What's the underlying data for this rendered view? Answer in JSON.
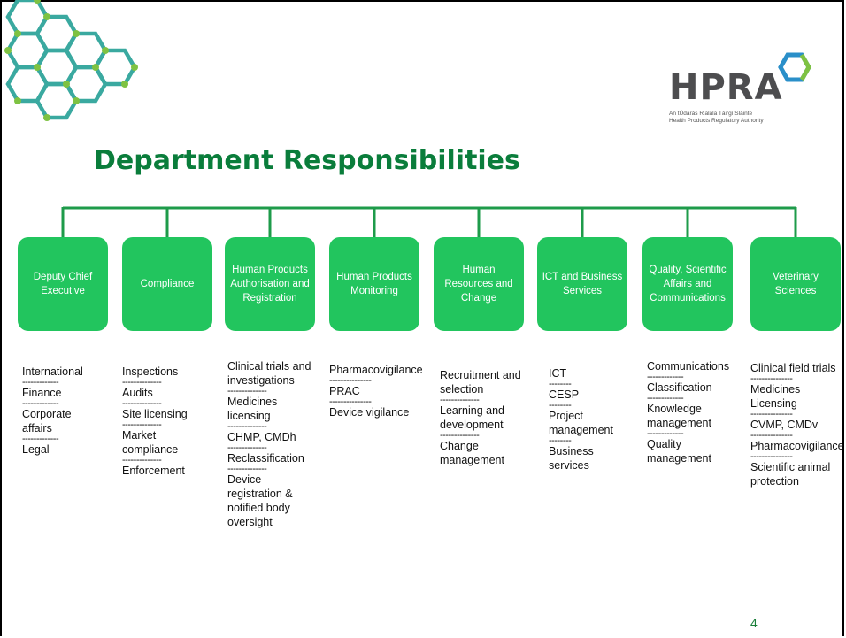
{
  "slide": {
    "title": "Department Responsibilities",
    "page_number": "4"
  },
  "logo": {
    "name": "HPRA",
    "tagline_irish": "An tÚdarás Rialála Táirgí Sláinte",
    "tagline_english": "Health Products Regulatory Authority"
  },
  "colors": {
    "accent_green": "#22c55e",
    "title_green": "#0a7d3b",
    "line_green": "#1e9b4a"
  },
  "departments": [
    {
      "label": "Deputy Chief Executive",
      "separator": "-------------",
      "items": [
        "International",
        "Finance",
        "Corporate affairs",
        "Legal"
      ]
    },
    {
      "label": "Compliance",
      "separator": "--------------",
      "items": [
        "Inspections",
        "Audits",
        "Site licensing",
        "Market compliance",
        "Enforcement"
      ]
    },
    {
      "label": "Human Products Authorisation and Registration",
      "separator": "--------------",
      "items": [
        "Clinical trials and investigations",
        "Medicines licensing",
        "CHMP, CMDh",
        "Reclassification",
        "Device registration & notified body oversight"
      ]
    },
    {
      "label": "Human Products Monitoring",
      "separator": "---------------",
      "items": [
        "Pharmacovigilance",
        "PRAC",
        "Device vigilance"
      ]
    },
    {
      "label": "Human Resources and Change",
      "separator": "--------------",
      "items": [
        "Recruitment and selection",
        "Learning and development",
        "Change management"
      ]
    },
    {
      "label": "ICT and Business Services",
      "separator": "--------",
      "items": [
        "ICT",
        "CESP",
        "Project management",
        "Business services"
      ]
    },
    {
      "label": "Quality, Scientific Affairs and Communications",
      "separator": "-------------",
      "items": [
        "Communications",
        "Classification",
        "Knowledge management",
        "Quality management"
      ]
    },
    {
      "label": "Veterinary Sciences",
      "separator": "---------------",
      "items": [
        "Clinical field trials",
        "Medicines Licensing",
        "CVMP, CMDv",
        "Pharmacovigilance",
        "Scientific animal protection"
      ]
    }
  ]
}
